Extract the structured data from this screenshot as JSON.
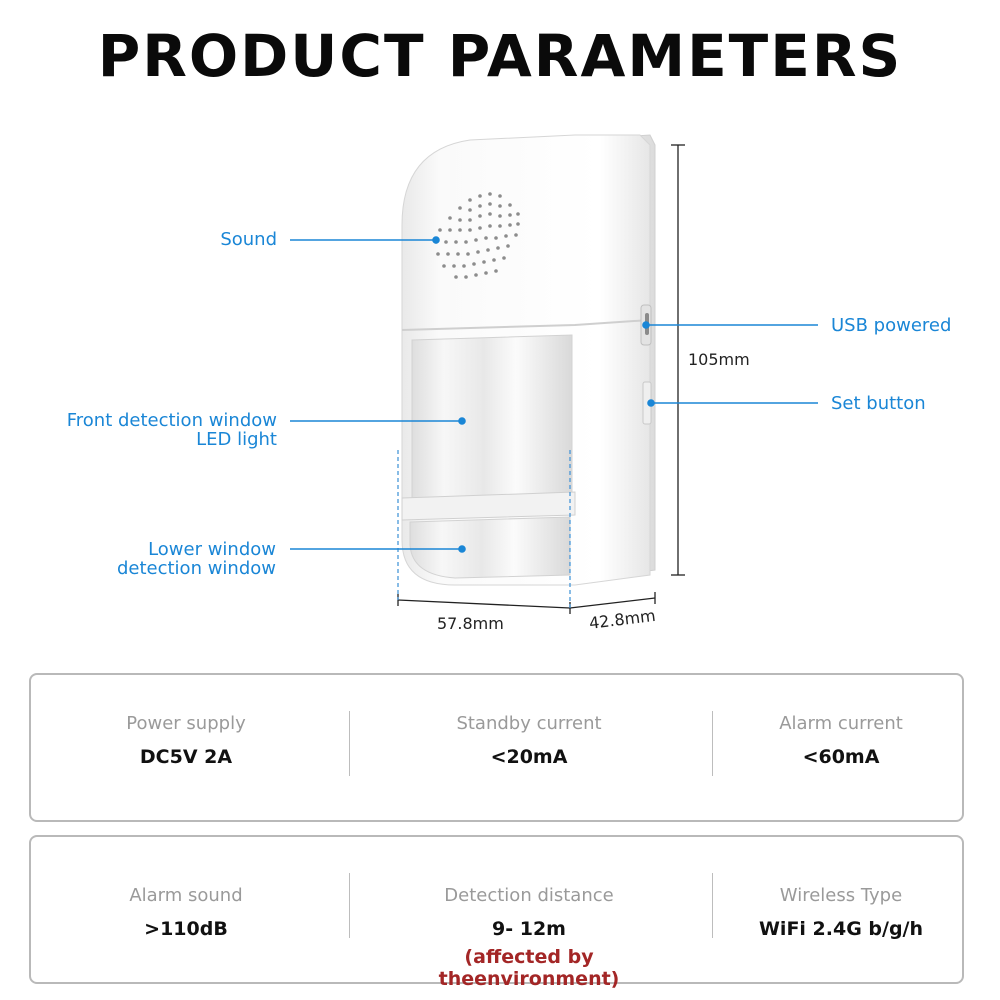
{
  "title": "PRODUCT PARAMETERS",
  "callouts": {
    "sound": "Sound",
    "front_window_line1": "Front detection window",
    "front_window_line2": "LED light",
    "lower_window_line1": "Lower window",
    "lower_window_line2": "detection window",
    "usb": "USB powered",
    "set_button": "Set button"
  },
  "dimensions": {
    "height": "105mm",
    "width": "57.8mm",
    "depth": "42.8mm"
  },
  "specs_row1": [
    {
      "label": "Power supply",
      "value": "DC5V 2A"
    },
    {
      "label": "Standby current",
      "value": "<20mA"
    },
    {
      "label": "Alarm current",
      "value": "<60mA"
    }
  ],
  "specs_row2": [
    {
      "label": "Alarm sound",
      "value": ">110dB"
    },
    {
      "label": "Detection distance",
      "value": "9- 12m",
      "note": "(affected by theenvironment)"
    },
    {
      "label": "Wireless Type",
      "value": "WiFi 2.4G b/g/h"
    }
  ],
  "colors": {
    "callout": "#1a86d6",
    "note": "#a32626",
    "title": "#0a0a0a"
  }
}
